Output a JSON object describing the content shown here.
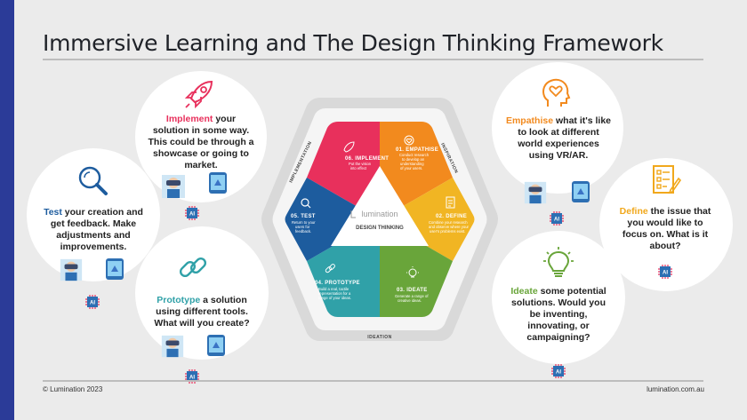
{
  "title": "Immersive Learning and The Design Thinking Framework",
  "footer": {
    "left": "© Lumination 2023",
    "right": "lumination.com.au"
  },
  "cards": {
    "implement": {
      "keyword": "Implement",
      "text": " your solution in some way. This could be through a showcase or going to market."
    },
    "test": {
      "keyword": "Test",
      "text": " your creation and get feedback. Make adjustments and improvements."
    },
    "prototype": {
      "keyword": "Prototype",
      "text": " a solution using different tools. What will you create?"
    },
    "empathise": {
      "keyword": "Empathise",
      "text": " what it's like to look at different world experiences using VR/AR."
    },
    "define": {
      "keyword": "Define",
      "text": " the issue that you would like to focus on. What is it about?"
    },
    "ideate": {
      "keyword": "Ideate",
      "text": " some potential solutions. Would you be inventing, innovating, or campaigning?"
    }
  },
  "hexagon": {
    "center_brand": "lumination",
    "center_label": "DESIGN THINKING",
    "ring_labels": {
      "top_left": "IMPLEMENTATION",
      "top_right": "INSPIRATION",
      "bottom": "IDEATION"
    },
    "segments": [
      {
        "key": "implement",
        "label": "06. IMPLEMENT",
        "desc1": "Put the vision",
        "desc2": "into effect",
        "color": "#e8305c"
      },
      {
        "key": "empathise",
        "label": "01. EMPATHISE",
        "desc1": "Conduct research",
        "desc2": "to develop an",
        "desc3": "understanding",
        "desc4": "of your users.",
        "color": "#f28a1e"
      },
      {
        "key": "define",
        "label": "02. DEFINE",
        "desc1": "Combine your research",
        "desc2": "and observe where your",
        "desc3": "user's problems exist.",
        "color": "#f1b523"
      },
      {
        "key": "ideate",
        "label": "03. IDEATE",
        "desc1": "Generate a range of",
        "desc2": "creative ideas.",
        "color": "#69a53a"
      },
      {
        "key": "prototype",
        "label": "04. PROTOTYPE",
        "desc1": "Build a real, tactile",
        "desc2": "representation for a",
        "desc3": "range of your ideas.",
        "color": "#30a1a8"
      },
      {
        "key": "test",
        "label": "05. TEST",
        "desc1": "Return to your",
        "desc2": "users for",
        "desc3": "feedback.",
        "color": "#1d5c9e"
      }
    ]
  },
  "device_chip_label": "AI",
  "colors": {
    "accent_bar": "#2b3b98",
    "keyword": "#e8305c",
    "keyword_define": "#f1a81c"
  }
}
